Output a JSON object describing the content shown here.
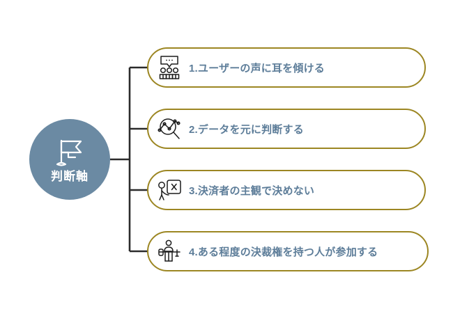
{
  "diagram": {
    "type": "mind-map",
    "background_color": "#ffffff",
    "hub": {
      "label": "判断軸",
      "icon": "flag-icon",
      "fill_color": "#6b8aa3",
      "text_color": "#ffffff"
    },
    "branch_line_color": "#2b2b2b",
    "item_border_color": "#9c8622",
    "item_text_color": "#5d7d99",
    "items": [
      {
        "number": "1",
        "label": "1.ユーザーの声に耳を傾ける",
        "icon": "audience-speech-bubble-icon"
      },
      {
        "number": "2",
        "label": "2.データを元に判断する",
        "icon": "magnifier-chart-icon"
      },
      {
        "number": "3",
        "label": "3.決済者の主観で決めない",
        "icon": "person-speech-bubble-x-icon"
      },
      {
        "number": "4",
        "label": "4.ある程度の決裁権を持つ人が参加する",
        "icon": "person-at-desk-icon"
      }
    ]
  }
}
